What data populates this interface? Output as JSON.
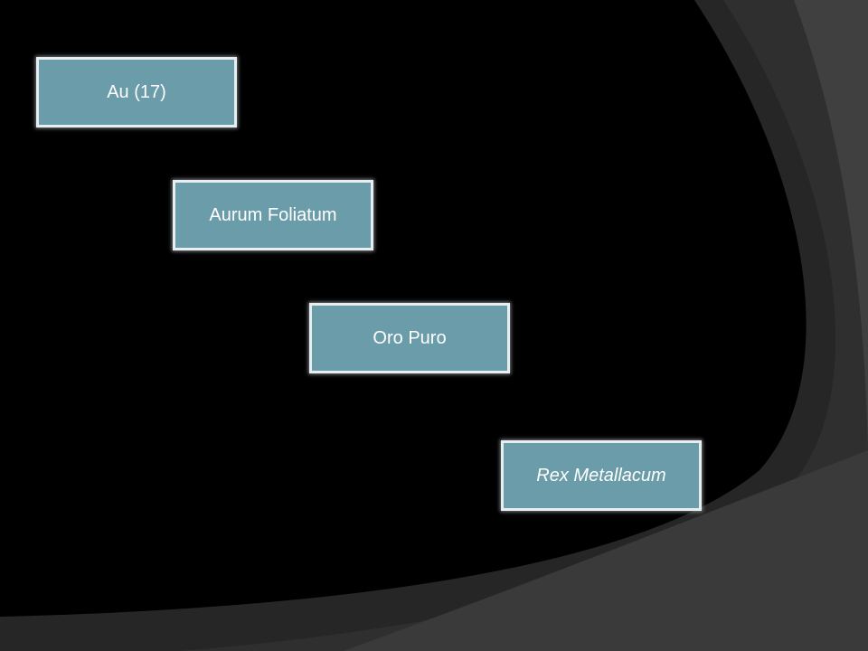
{
  "colors": {
    "background": "#000000",
    "arc_dark": "#262626",
    "arc_mid": "#333333",
    "arc_light": "#404040",
    "node_fill": "#6b9caa",
    "node_border": "#e8eef0",
    "node_text": "#ffffff"
  },
  "nodes": [
    {
      "label": "Au (17)"
    },
    {
      "label": "Aurum Foliatum"
    },
    {
      "label": "Oro Puro"
    },
    {
      "label": "Rex Metallacum"
    }
  ]
}
